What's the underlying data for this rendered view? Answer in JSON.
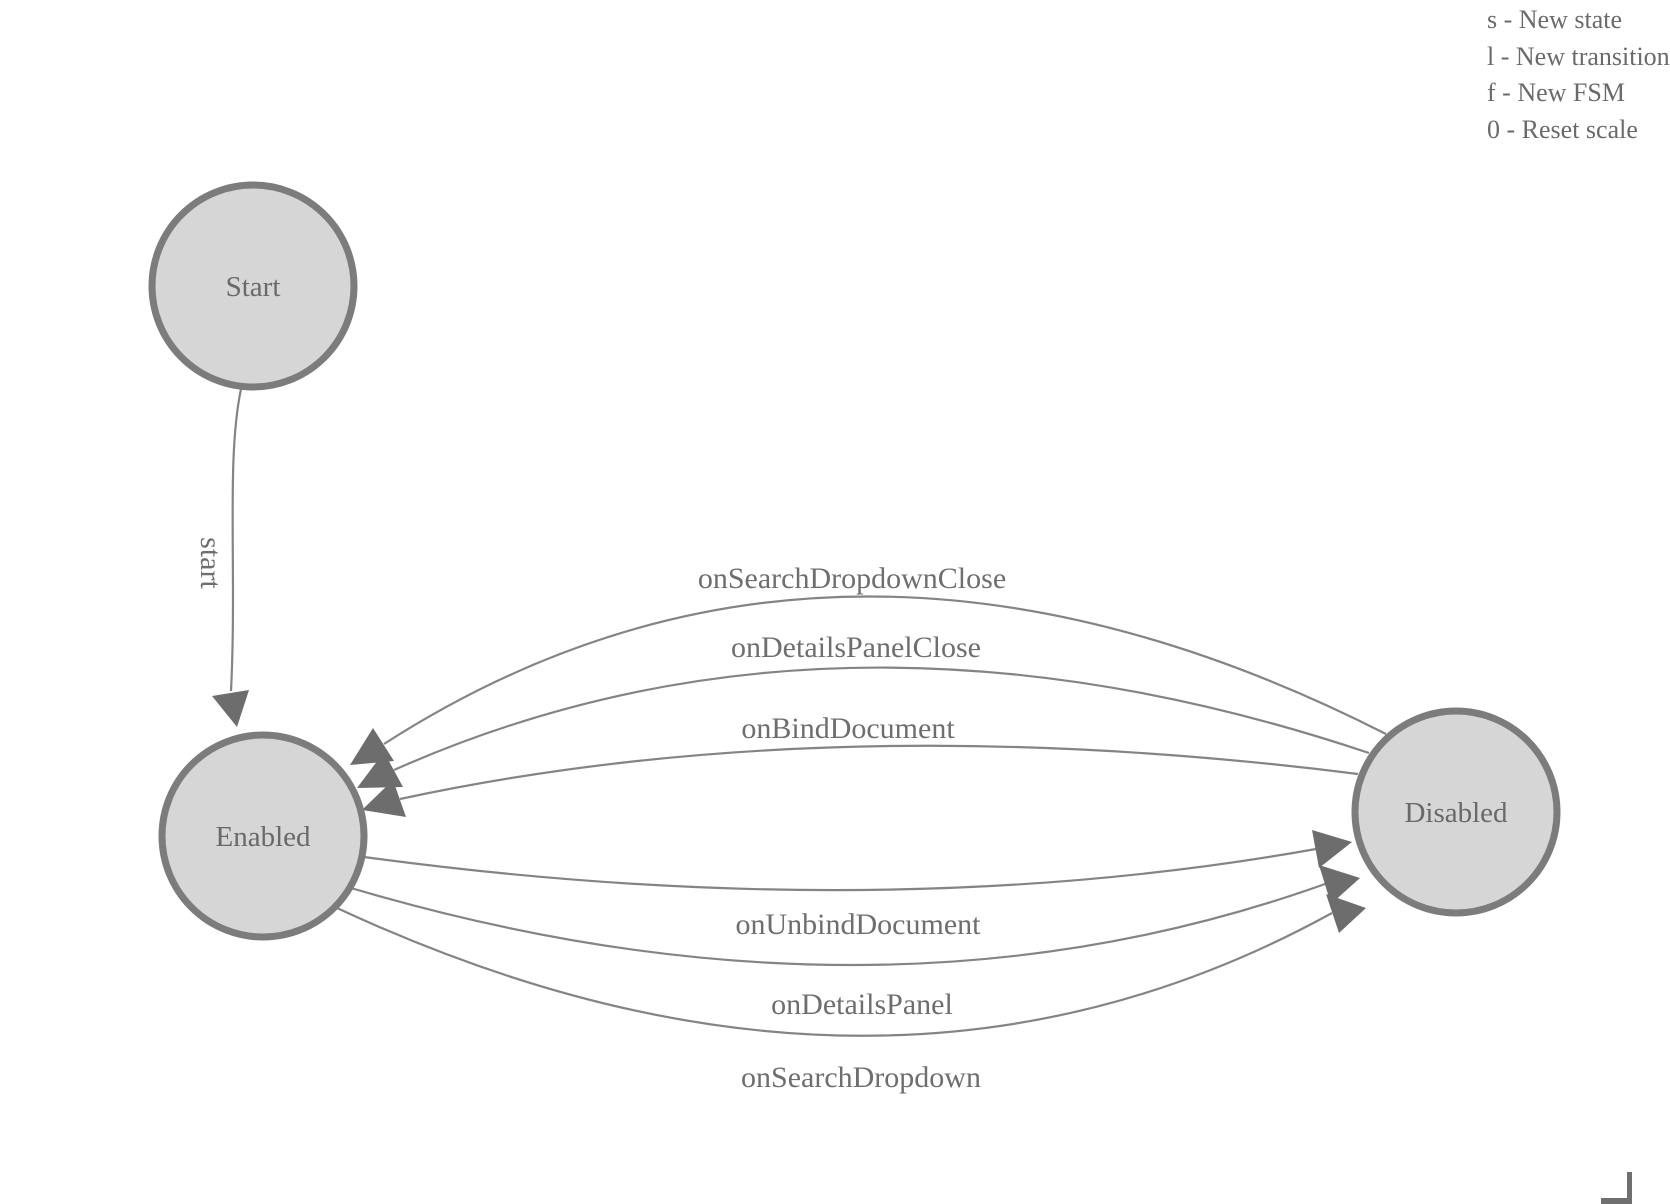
{
  "legend": {
    "lines": [
      "s - New state",
      "l - New transition",
      "f - New FSM",
      "0 - Reset scale"
    ]
  },
  "diagram": {
    "states": [
      {
        "label": "Start"
      },
      {
        "label": "Enabled"
      },
      {
        "label": "Disabled"
      }
    ],
    "transitions": [
      {
        "label": "start",
        "from": "Start",
        "to": "Enabled"
      },
      {
        "label": "onSearchDropdownClose",
        "from": "Disabled",
        "to": "Enabled"
      },
      {
        "label": "onDetailsPanelClose",
        "from": "Disabled",
        "to": "Enabled"
      },
      {
        "label": "onBindDocument",
        "from": "Disabled",
        "to": "Enabled"
      },
      {
        "label": "onUnbindDocument",
        "from": "Enabled",
        "to": "Disabled"
      },
      {
        "label": "onDetailsPanel",
        "from": "Enabled",
        "to": "Disabled"
      },
      {
        "label": "onSearchDropdown",
        "from": "Enabled",
        "to": "Disabled"
      }
    ]
  },
  "colors": {
    "background": "#ffffff",
    "node_fill": "#d6d6d6",
    "node_stroke": "#7c7c7c",
    "edge_stroke": "#848484",
    "arrow_fill": "#6d6d6d",
    "label_text": "#6e6e6e"
  }
}
